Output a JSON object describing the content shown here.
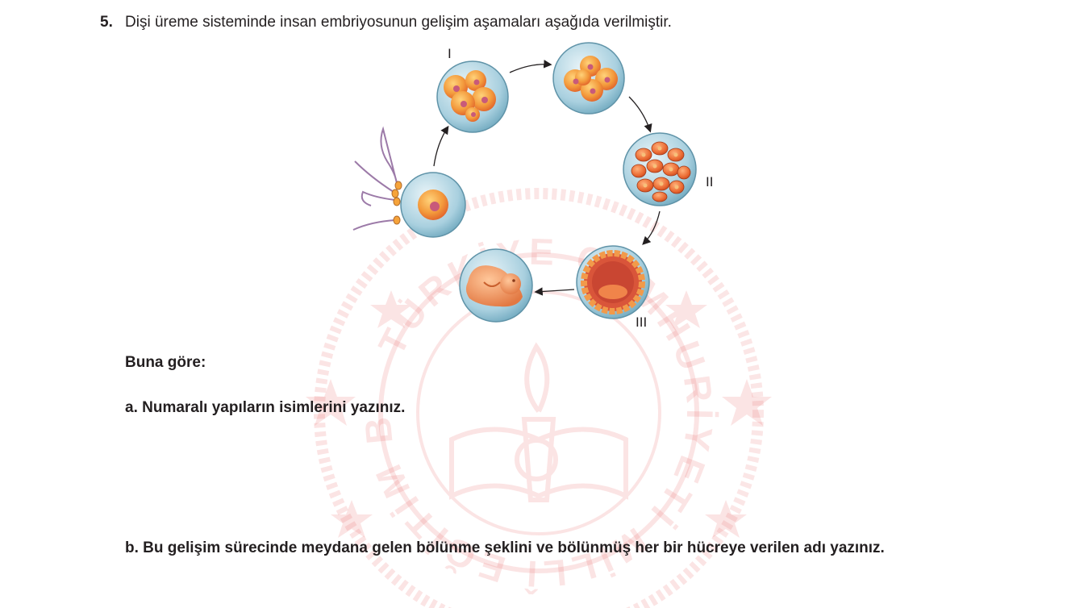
{
  "question": {
    "number": "5.",
    "text": "Dişi üreme sisteminde insan embriyosunun gelişim aşamaları aşağıda verilmiştir."
  },
  "diagram": {
    "labels": {
      "stage_1": "I",
      "stage_2": "II",
      "stage_3": "III"
    }
  },
  "watermark": {
    "text": "TÜRKİYE CUMHURİYETİ MİLLÎ EĞİTİM BAKANLIĞI",
    "color": "#e23a3a"
  },
  "prompt": "Buna göre:",
  "part_a": "a. Numaralı yapıların isimlerini yazınız.",
  "part_b": "b. Bu gelişim sürecinde meydana gelen bölünme şeklini ve bölünmüş her bir hücreye verilen adı yazınız.",
  "colors": {
    "cell_membrane": "#7fb8cf",
    "cell_orange": "#f08a3c",
    "nucleus": "#c85a7a"
  }
}
